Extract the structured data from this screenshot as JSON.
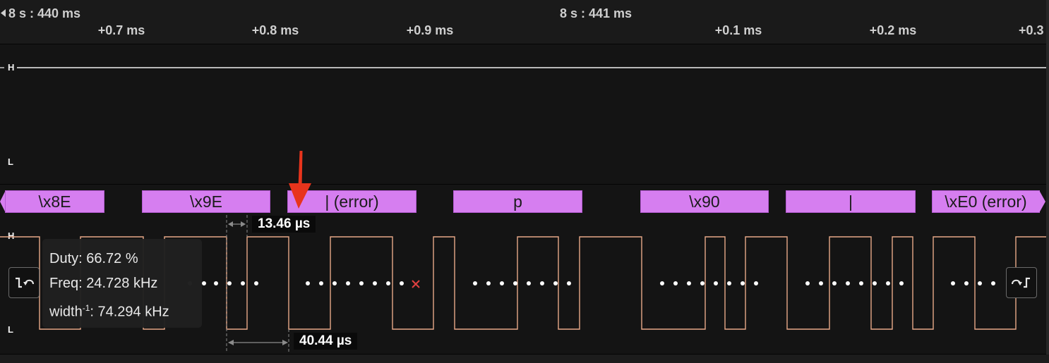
{
  "ruler": {
    "abs_time_left": "8 s : 440 ms",
    "abs_time_right": "8 s : 441 ms",
    "rel_ticks": [
      "+0.7 ms",
      "+0.8 ms",
      "+0.9 ms",
      "+0.1 ms",
      "+0.2 ms",
      "+0.3"
    ]
  },
  "channels": {
    "level_high": "H",
    "level_low": "L"
  },
  "protocol": {
    "frames": [
      "\\x8E",
      "\\x9E",
      "| (error)",
      "p",
      "\\x90",
      "|",
      "\\xE0 (error)"
    ]
  },
  "measurements": {
    "pulse_width": "13.46 µs",
    "period": "40.44 µs"
  },
  "tooltip": {
    "duty": "Duty: 66.72 %",
    "freq": "Freq: 24.728 kHz",
    "width_prefix": "width",
    "width_sup": "-1",
    "width_value": ": 74.294 kHz"
  },
  "colors": {
    "frame_fill": "#d67ef0",
    "signal": "#e8a888",
    "annotation_arrow": "#e8341c",
    "error_marker": "#e04040"
  },
  "icons": {
    "prev_edge": "prev-edge-icon",
    "next_edge": "next-edge-icon"
  }
}
